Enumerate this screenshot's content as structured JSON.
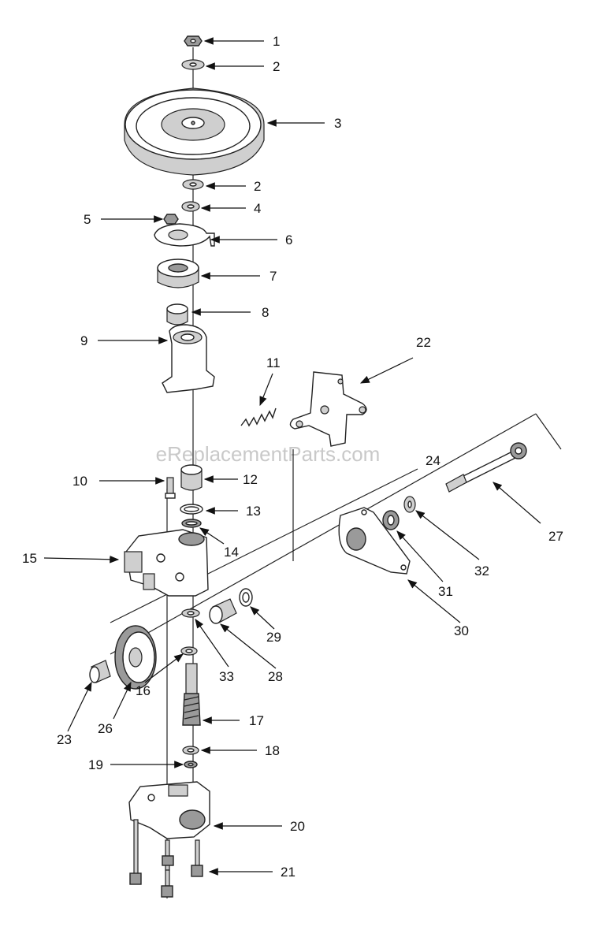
{
  "watermark": "eReplacementParts.com",
  "callouts": [
    {
      "id": "1",
      "label": "1"
    },
    {
      "id": "2a",
      "label": "2"
    },
    {
      "id": "3",
      "label": "3"
    },
    {
      "id": "2b",
      "label": "2"
    },
    {
      "id": "4",
      "label": "4"
    },
    {
      "id": "5",
      "label": "5"
    },
    {
      "id": "6",
      "label": "6"
    },
    {
      "id": "7",
      "label": "7"
    },
    {
      "id": "8",
      "label": "8"
    },
    {
      "id": "9",
      "label": "9"
    },
    {
      "id": "11",
      "label": "11"
    },
    {
      "id": "22",
      "label": "22"
    },
    {
      "id": "24",
      "label": "24"
    },
    {
      "id": "10",
      "label": "10"
    },
    {
      "id": "12",
      "label": "12"
    },
    {
      "id": "13",
      "label": "13"
    },
    {
      "id": "14",
      "label": "14"
    },
    {
      "id": "15",
      "label": "15"
    },
    {
      "id": "27",
      "label": "27"
    },
    {
      "id": "32",
      "label": "32"
    },
    {
      "id": "31",
      "label": "31"
    },
    {
      "id": "30",
      "label": "30"
    },
    {
      "id": "29",
      "label": "29"
    },
    {
      "id": "28",
      "label": "28"
    },
    {
      "id": "33",
      "label": "33"
    },
    {
      "id": "16",
      "label": "16"
    },
    {
      "id": "26",
      "label": "26"
    },
    {
      "id": "23",
      "label": "23"
    },
    {
      "id": "17",
      "label": "17"
    },
    {
      "id": "18",
      "label": "18"
    },
    {
      "id": "19",
      "label": "19"
    },
    {
      "id": "20",
      "label": "20"
    },
    {
      "id": "21",
      "label": "21"
    }
  ]
}
